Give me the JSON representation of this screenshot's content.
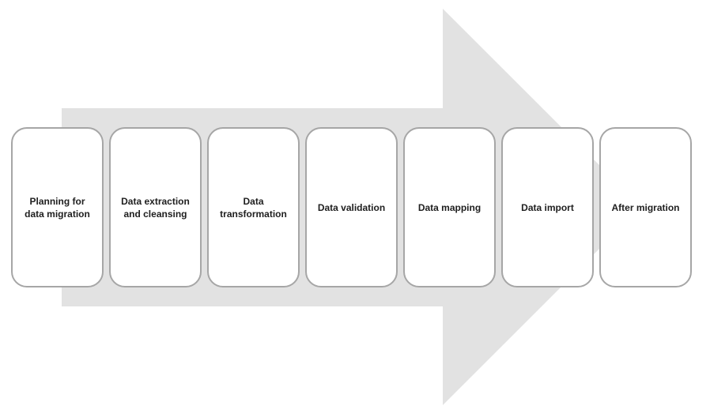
{
  "diagram": {
    "type": "process-arrow",
    "direction": "right",
    "steps": [
      {
        "label": "Planning for\ndata migration"
      },
      {
        "label": "Data extraction\nand cleansing"
      },
      {
        "label": "Data\ntransformation"
      },
      {
        "label": "Data validation"
      },
      {
        "label": "Data mapping"
      },
      {
        "label": "Data import"
      },
      {
        "label": "After migration"
      }
    ],
    "colors": {
      "arrow_fill": "#e2e2e2",
      "box_border": "#a6a6a6",
      "box_fill": "#ffffff",
      "text": "#202020",
      "background": "#ffffff"
    }
  }
}
